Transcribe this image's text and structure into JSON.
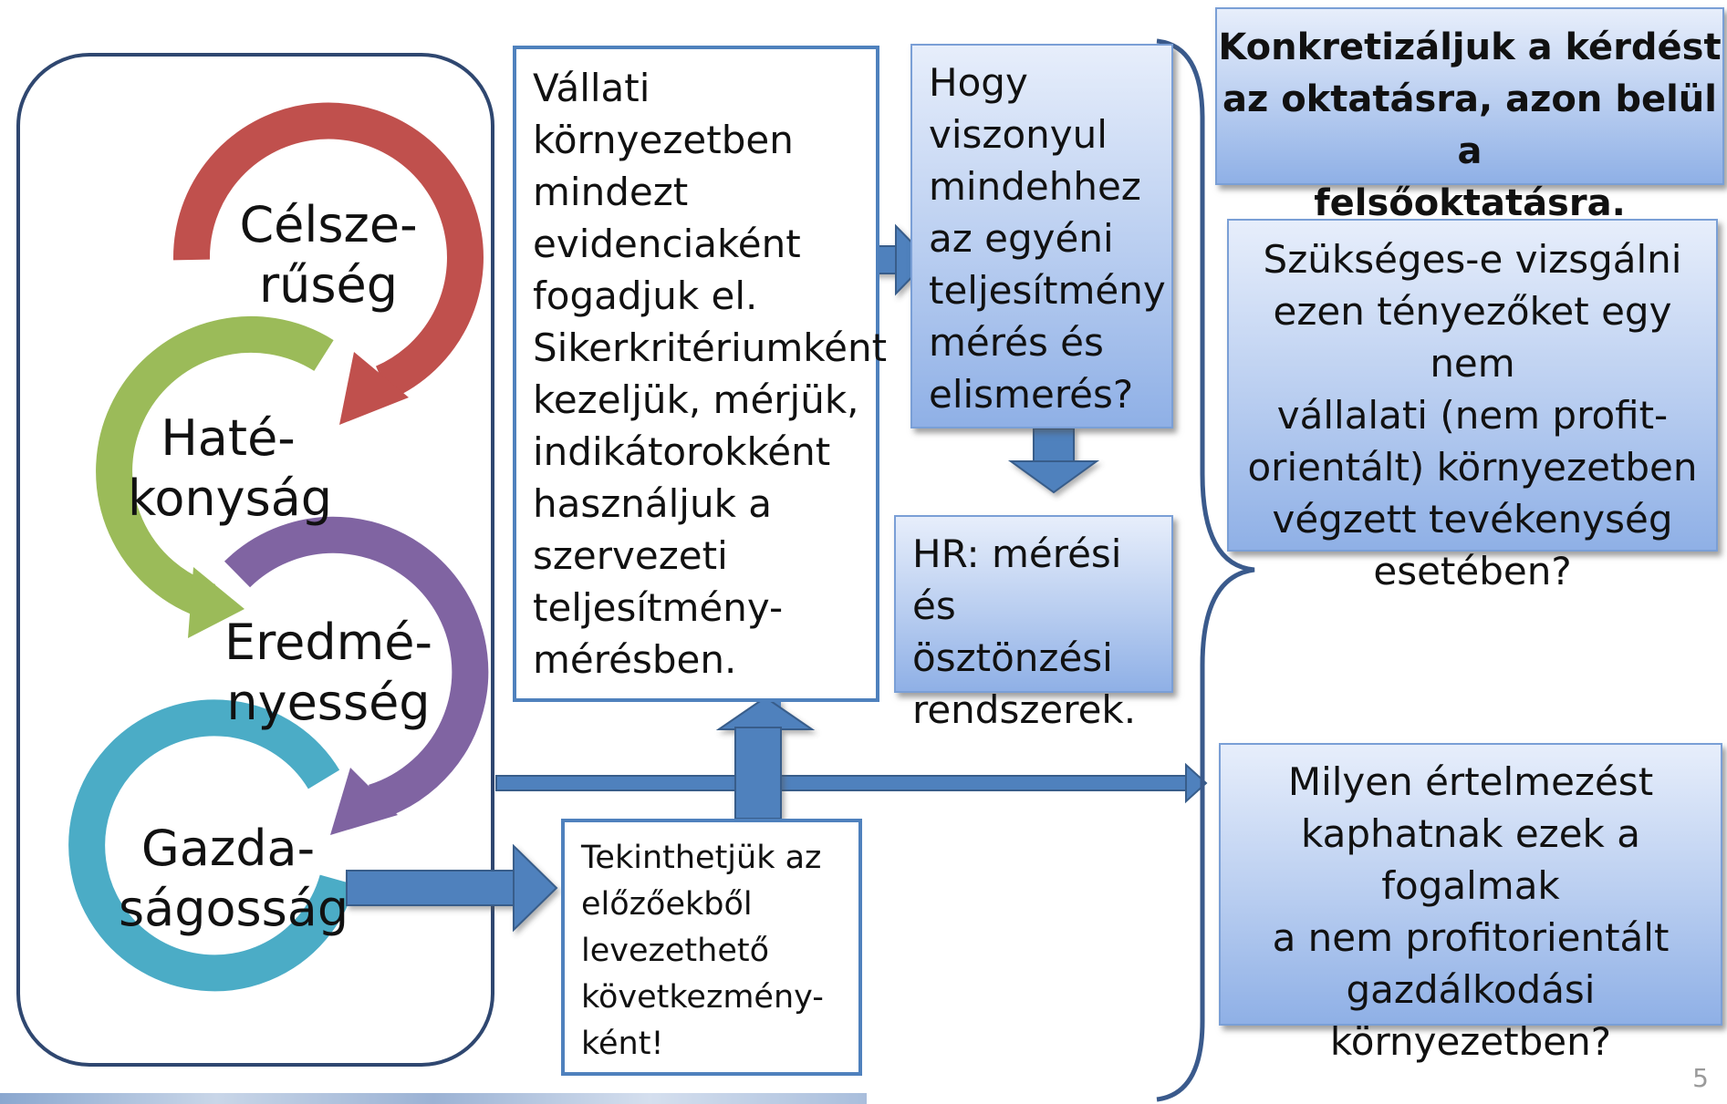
{
  "cycle": {
    "items": [
      {
        "line1": "Célsze-",
        "line2": "rűség",
        "color": "#c0504d"
      },
      {
        "line1": "Haté-",
        "line2": "konyság",
        "color": "#9bbb59"
      },
      {
        "line1": "Eredmé-",
        "line2": "nyesség",
        "color": "#8064a2"
      },
      {
        "line1": "Gazda-",
        "line2": "ságosság",
        "color": "#4bacc6"
      }
    ]
  },
  "boxes": {
    "vallati": [
      "Vállati",
      "környezetben",
      "mindezt",
      "evidenciaként",
      "fogadjuk el.",
      "Sikerkritériumként",
      "kezeljük, mérjük,",
      "indikátorokként",
      "használjuk a",
      "szervezeti",
      "teljesítmény-",
      "mérésben."
    ],
    "hogy": [
      "Hogy",
      "viszonyul",
      "mindehhez",
      "az egyéni",
      "teljesítmény",
      "mérés és",
      "elismerés?"
    ],
    "hr": [
      "HR: mérési és",
      "ösztönzési",
      "rendszerek."
    ],
    "tekint": [
      "Tekinthetjük az",
      "előzőekből",
      "levezethető",
      "következmény-",
      "ként!"
    ],
    "konkret": [
      "Konkretizáljuk a kérdést",
      "az oktatásra, azon belül a",
      "felsőoktatásra."
    ],
    "szukseges": [
      "Szükséges-e vizsgálni",
      "ezen tényezőket egy nem",
      "vállalati (nem profit-",
      "orientált) környezetben",
      "végzett tevékenység",
      "esetében?"
    ],
    "milyen": [
      "Milyen értelmezést",
      "kaphatnak ezek a fogalmak",
      "a nem profitorientált",
      "gazdálkodási",
      "környezetben?"
    ]
  },
  "page_number": "5",
  "colors": {
    "arrow": "#4f81bd",
    "arrow_border": "#385d8a",
    "frame": "#2f4770"
  }
}
